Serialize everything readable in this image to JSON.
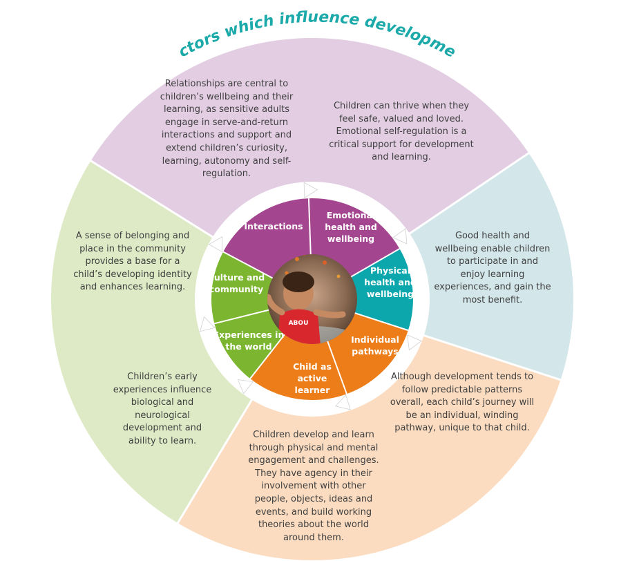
{
  "title": "Factors which influence development",
  "colors": {
    "title": "#1ba9a9",
    "relationships_bg": "#e2cde2",
    "health_bg": "#d3e6ea",
    "pathways_bg": "#fbdcc0",
    "culture_bg": "#deeac6",
    "interactions": "#a4458f",
    "emotional": "#a4458f",
    "physical": "#0ca6ad",
    "individual": "#ec7d19",
    "child_active": "#ec7d19",
    "experiences": "#7cb631",
    "culture": "#7cb631",
    "text": "#3f3f3f"
  },
  "segments": {
    "interactions": "Interactions",
    "emotional": "Emotional health and wellbeing",
    "physical": "Physical health and wellbeing",
    "individual": "Individual pathways",
    "child_active": "Child as active learner",
    "experiences": "Experiences in the world",
    "culture": "Culture and community"
  },
  "descriptions": {
    "relationships": "Relationships are central to children’s wellbeing and their learning, as sensitive adults engage in serve-and-return interactions and support and extend children’s curiosity, learning, autonomy and self-regulation.",
    "emotional": "Children can thrive when they feel safe, valued and loved. Emotional self-regulation is a critical support for development and learning.",
    "physical": "Good health and wellbeing enable children to participate in and enjoy learning experiences, and gain the most benefit.",
    "individual": "Although development tends to follow predictable patterns overall, each child’s journey will be an individual, winding pathway, unique to that child.",
    "active": "Children develop and learn through physical and mental engagement and challenges. They have agency in their involvement with other people, objects, ideas and events, and build working theories about the world around them.",
    "experiences": "Children’s early experiences influence biological and neurological development and ability to learn.",
    "culture": "A sense of belonging and place in the community provides a base for a child’s developing identity and enhances learning."
  },
  "photo": {
    "shirt_text": "ABOU"
  }
}
